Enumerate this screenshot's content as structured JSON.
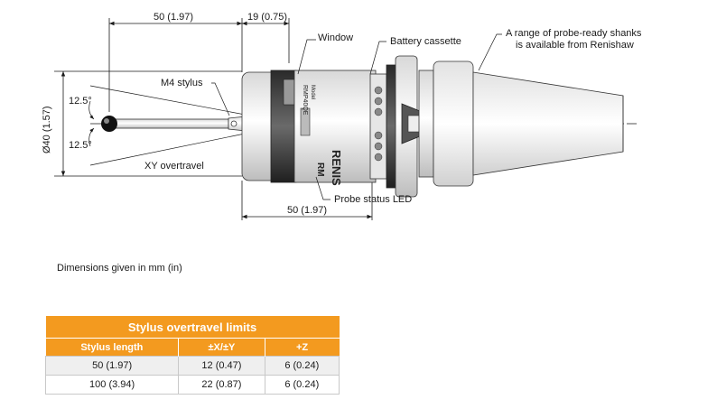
{
  "dimensions": {
    "top_left": "50 (1.97)",
    "top_right": "19 (0.75)",
    "bottom": "50 (1.97)",
    "diameter": "Ø40 (1.57)",
    "angle_top": "12.5°",
    "angle_bottom": "12.5°"
  },
  "callouts": {
    "m4_stylus": "M4 stylus",
    "window": "Window",
    "battery_cassette": "Battery cassette",
    "shanks_line1": "A range of probe-ready shanks",
    "shanks_line2": "is available from Renishaw",
    "xy_overtravel": "XY overtravel",
    "probe_status_led": "Probe status LED"
  },
  "body_text": {
    "brand_partial": "RENIS",
    "brand_second": "RM",
    "model_label": "Model",
    "model_code": "RMP40QE"
  },
  "note": "Dimensions given in mm (in)",
  "table": {
    "title": "Stylus overtravel limits",
    "headers": [
      "Stylus length",
      "±X/±Y",
      "+Z"
    ],
    "rows": [
      [
        "50 (1.97)",
        "12 (0.47)",
        "6 (0.24)"
      ],
      [
        "100 (3.94)",
        "22 (0.87)",
        "6 (0.24)"
      ]
    ]
  }
}
